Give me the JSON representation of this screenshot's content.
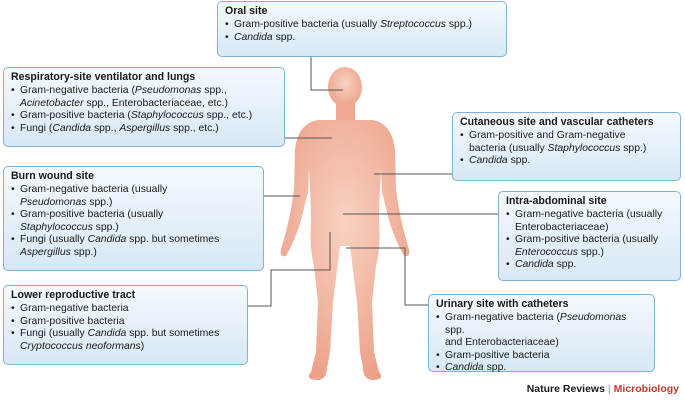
{
  "boxes": {
    "oral": {
      "title": "Oral site",
      "items": [
        [
          {
            "t": "Gram-positive bacteria (usually "
          },
          {
            "t": "Streptococcus",
            "i": true
          },
          {
            "t": " spp.)"
          }
        ],
        [
          {
            "t": "Candida",
            "i": true
          },
          {
            "t": " spp."
          }
        ]
      ]
    },
    "respiratory": {
      "title": "Respiratory-site ventilator and lungs",
      "items": [
        [
          {
            "t": "Gram-negative bacteria ("
          },
          {
            "t": "Pseudomonas",
            "i": true
          },
          {
            "t": " spp.,"
          },
          {
            "br": true
          },
          {
            "t": "Acinetobacter",
            "i": true
          },
          {
            "t": " spp., Enterobacteriaceae, etc.)"
          }
        ],
        [
          {
            "t": "Gram-positive bacteria ("
          },
          {
            "t": "Staphylococcus",
            "i": true
          },
          {
            "t": " spp., etc.)"
          }
        ],
        [
          {
            "t": "Fungi ("
          },
          {
            "t": "Candida",
            "i": true
          },
          {
            "t": " spp., "
          },
          {
            "t": "Aspergillus",
            "i": true
          },
          {
            "t": " spp., etc.)"
          }
        ]
      ]
    },
    "burn": {
      "title": "Burn wound site",
      "items": [
        [
          {
            "t": "Gram-negative bacteria (usually"
          },
          {
            "br": true
          },
          {
            "t": "Pseudomonas",
            "i": true
          },
          {
            "t": " spp.)"
          }
        ],
        [
          {
            "t": "Gram-positive bacteria (usually"
          },
          {
            "br": true
          },
          {
            "t": "Staphylococcus",
            "i": true
          },
          {
            "t": " spp.)"
          }
        ],
        [
          {
            "t": "Fungi (usually "
          },
          {
            "t": "Candida",
            "i": true
          },
          {
            "t": " spp. but sometimes"
          },
          {
            "br": true
          },
          {
            "t": "Aspergillus",
            "i": true
          },
          {
            "t": " spp.)"
          }
        ]
      ]
    },
    "reproductive": {
      "title": "Lower reproductive tract",
      "items": [
        [
          {
            "t": "Gram-negative bacteria"
          }
        ],
        [
          {
            "t": "Gram-positive bacteria"
          }
        ],
        [
          {
            "t": "Fungi (usually "
          },
          {
            "t": "Candida",
            "i": true
          },
          {
            "t": " spp. but sometimes"
          },
          {
            "br": true
          },
          {
            "t": "Cryptococcus neoformans",
            "i": true
          },
          {
            "t": ")"
          }
        ]
      ]
    },
    "cutaneous": {
      "title": "Cutaneous site and vascular catheters",
      "items": [
        [
          {
            "t": "Gram-positive and Gram-negative"
          },
          {
            "br": true
          },
          {
            "t": "bacteria (usually "
          },
          {
            "t": "Staphylococcus",
            "i": true
          },
          {
            "t": " spp.)"
          }
        ],
        [
          {
            "t": "Candida",
            "i": true
          },
          {
            "t": " spp."
          }
        ]
      ]
    },
    "abdominal": {
      "title": "Intra-abdominal site",
      "items": [
        [
          {
            "t": "Gram-negative bacteria (usually"
          },
          {
            "br": true
          },
          {
            "t": "Enterobacteriaceae)"
          }
        ],
        [
          {
            "t": "Gram-positive bacteria (usually"
          },
          {
            "br": true
          },
          {
            "t": "Enterococcus",
            "i": true
          },
          {
            "t": " spp.)"
          }
        ],
        [
          {
            "t": "Candida",
            "i": true
          },
          {
            "t": " spp."
          }
        ]
      ]
    },
    "urinary": {
      "title": "Urinary site with catheters",
      "items": [
        [
          {
            "t": "Gram-negative bacteria ("
          },
          {
            "t": "Pseudomonas",
            "i": true
          },
          {
            "t": " spp."
          },
          {
            "br": true
          },
          {
            "t": "and Enterobacteriaceae)"
          }
        ],
        [
          {
            "t": "Gram-positive bacteria"
          }
        ],
        [
          {
            "t": "Candida",
            "i": true
          },
          {
            "t": " spp."
          }
        ]
      ]
    }
  },
  "credit": {
    "journal": "Nature Reviews",
    "separator": "|",
    "section": "Microbiology"
  },
  "colors": {
    "skin": "#f1a890",
    "skin_light": "#f8d2c2",
    "box_border": "#7fb3d5",
    "box_fill": "#d7e8f5",
    "leader_line": "#555555",
    "section_accent": "#c0392b"
  }
}
